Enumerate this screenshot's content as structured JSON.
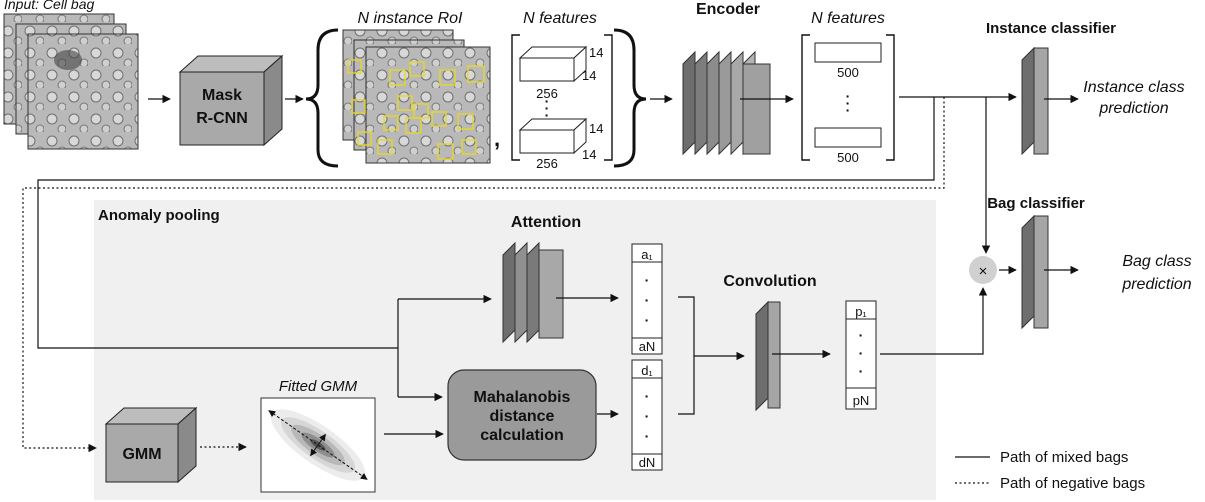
{
  "input_label": "Input: Cell bag",
  "mask_rcnn": {
    "line1": "Mask",
    "line2": "R-CNN"
  },
  "roi_label": "N instance RoI",
  "features1_label": "N features",
  "feature_dims": {
    "c": "256",
    "h": "14",
    "w": "14"
  },
  "comma": ",",
  "encoder_label": "Encoder",
  "features2_label": "N features",
  "feature2_dim": "500",
  "instance_classifier": {
    "title": "Instance classifier",
    "pred1": "Instance class",
    "pred2": "prediction"
  },
  "anomaly_pooling": "Anomaly pooling",
  "attention": "Attention",
  "a_vector": {
    "first": "a₁",
    "last": "aN"
  },
  "d_vector": {
    "first": "d₁",
    "last": "dN"
  },
  "p_vector": {
    "first": "p₁",
    "last": "pN"
  },
  "convolution": "Convolution",
  "fitted_gmm": "Fitted GMM",
  "gmm": "GMM",
  "mahalanobis": {
    "line1": "Mahalanobis",
    "line2": "distance",
    "line3": "calculation"
  },
  "bag_classifier": {
    "title": "Bag classifier",
    "pred1": "Bag class",
    "pred2": "prediction"
  },
  "multiply": "×",
  "vdots": "·",
  "legend": {
    "mixed": "Path of mixed bags",
    "negative": "Path of negative bags"
  }
}
